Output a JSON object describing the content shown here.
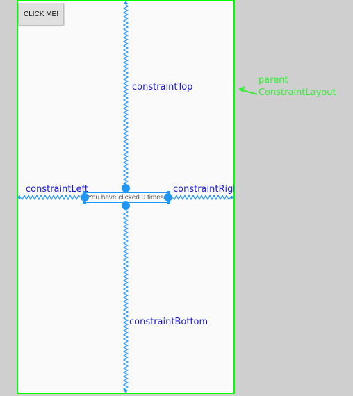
{
  "button": {
    "label": "CLICK ME!"
  },
  "textview": {
    "text": "You have clicked 0 times"
  },
  "constraints": {
    "top": "constraintTop",
    "bottom": "constraintBottom",
    "left": "constraintLeft",
    "right": "constraintRight"
  },
  "annotation": {
    "line1": "parent",
    "line2": "ConstraintLayout"
  },
  "colors": {
    "parent_border": "#00ff00",
    "annotation": "#33ee33",
    "constraint": "#2196f3",
    "constraint_label": "#1a1ad6"
  }
}
